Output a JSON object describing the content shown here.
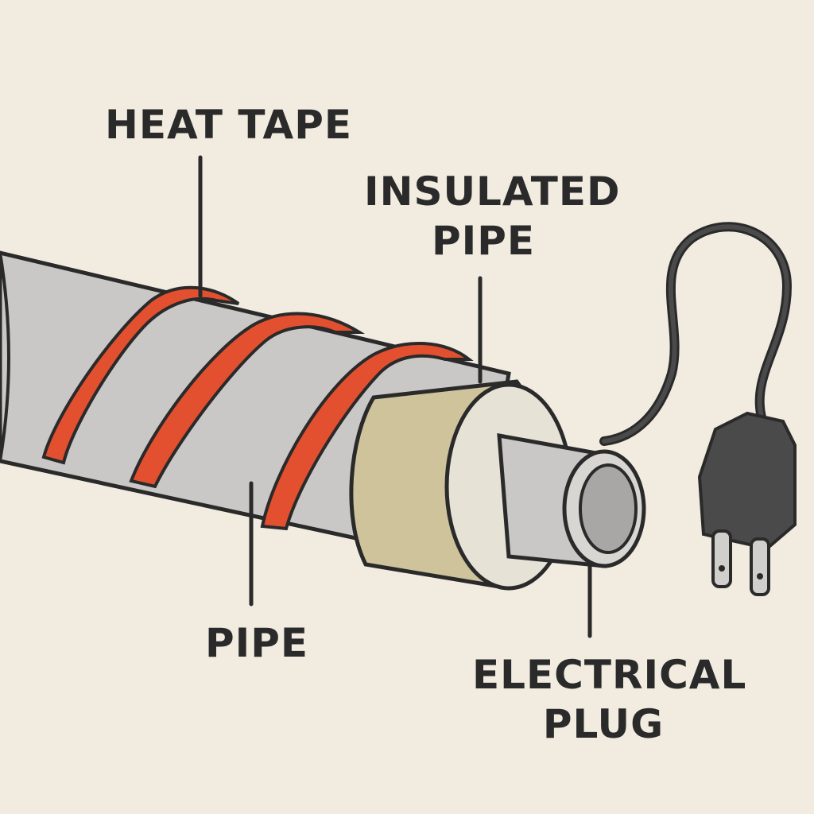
{
  "labels": {
    "heat_tape": "HEAT TAPE",
    "insulated_pipe": [
      "INSULATED",
      "PIPE"
    ],
    "pipe": "PIPE",
    "electrical_plug": [
      "ELECTRICAL",
      "PLUG"
    ]
  },
  "colors": {
    "background": "#f1ebe0",
    "outline": "#2a2a2a",
    "pipe": "#c9c8c6",
    "pipe_shadow": "#b6b5b3",
    "heat_tape": "#e2502f",
    "insulation": "#cfc39c",
    "insulation_face": "#e6e2d6",
    "plug": "#4a4a4a"
  }
}
